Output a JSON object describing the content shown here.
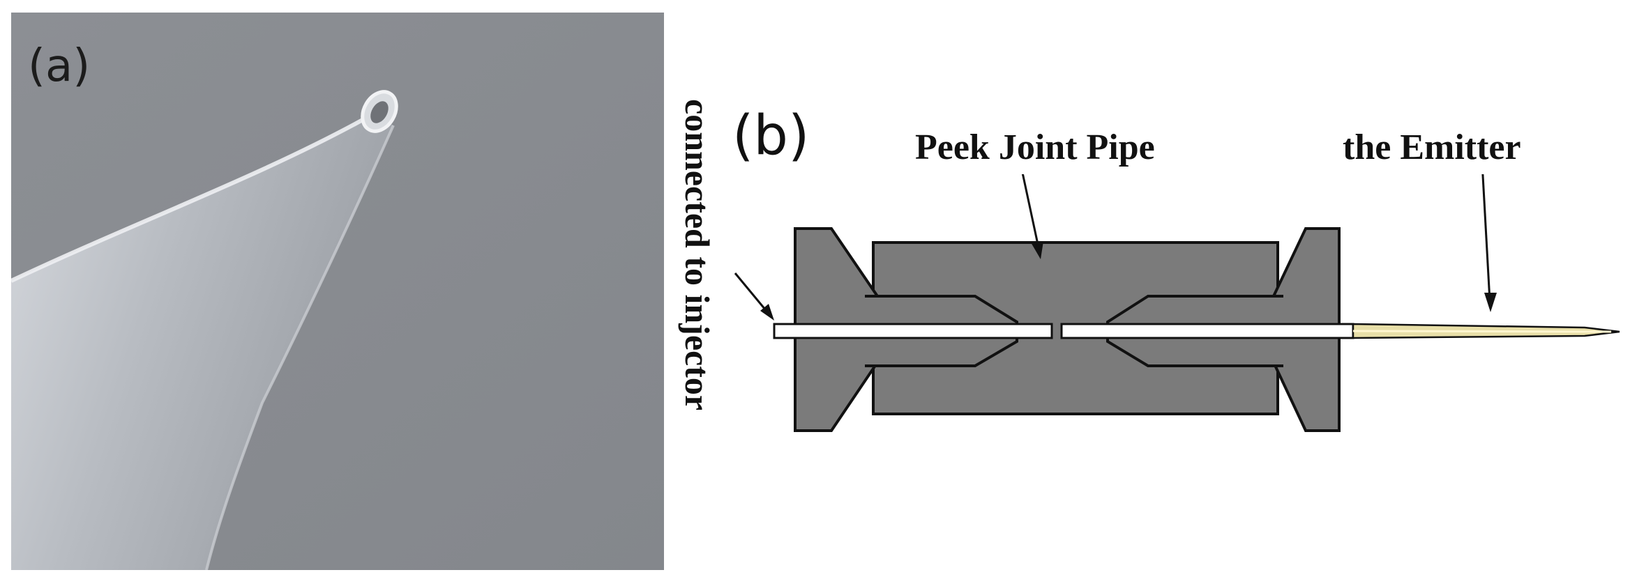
{
  "panel_a": {
    "label": "(a)"
  },
  "panel_b": {
    "label": "(b)",
    "vertical_label": "connected to injector",
    "peek_joint_label": "Peek Joint Pipe",
    "emitter_label": "the Emitter"
  },
  "colors": {
    "sem_background": "#8a8d92",
    "fitting_fill": "#7b7b7b",
    "emitter_tip": "#e8dfa8",
    "outline": "#111111"
  }
}
